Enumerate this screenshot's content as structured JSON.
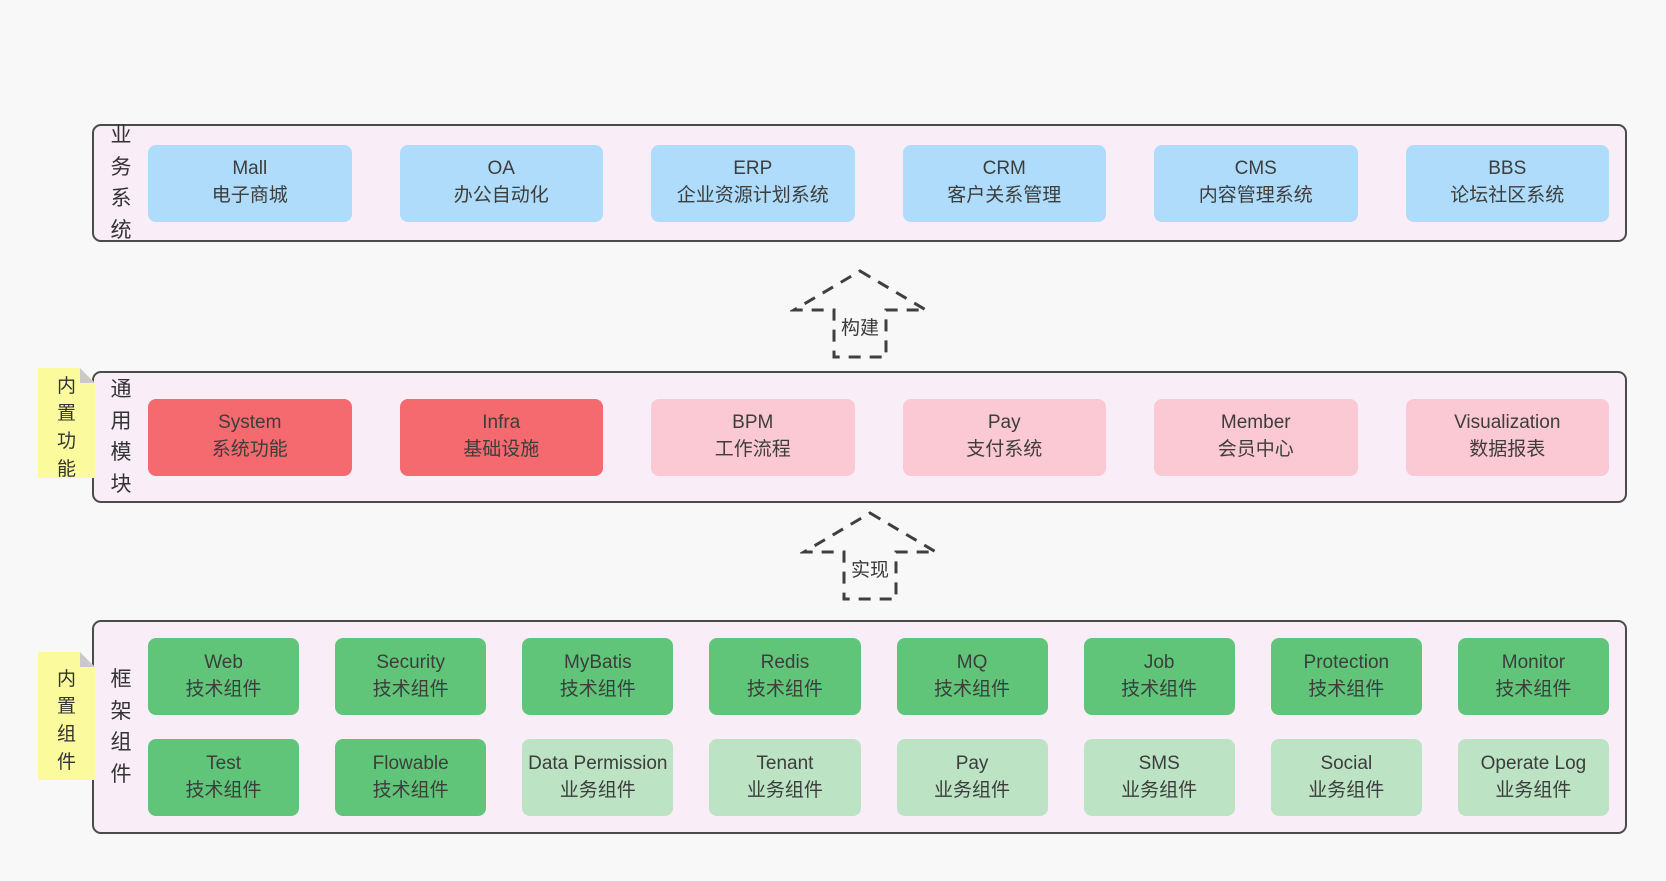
{
  "colors": {
    "background": "#f8f8f8",
    "panel_bg": "#f9edf7",
    "panel_border": "#4b4b4b",
    "box_blue": "#aedcfa",
    "box_red": "#f56a6e",
    "box_pink": "#fbc9d3",
    "box_green": "#60c578",
    "box_light_green": "#bce3c3",
    "note_yellow": "#fbfb9d",
    "note_fold_gray": "#c9c9c9",
    "text": "#3d3d3d",
    "arrow_stroke": "#3f3f3f"
  },
  "arrows": [
    {
      "label": "构建"
    },
    {
      "label": "实现"
    }
  ],
  "layers": [
    {
      "side_label": "业务系统",
      "rows": [
        [
          {
            "en": "Mall",
            "zh": "电子商城"
          },
          {
            "en": "OA",
            "zh": "办公自动化"
          },
          {
            "en": "ERP",
            "zh": "企业资源计划系统"
          },
          {
            "en": "CRM",
            "zh": "客户关系管理"
          },
          {
            "en": "CMS",
            "zh": "内容管理系统"
          },
          {
            "en": "BBS",
            "zh": "论坛社区系统"
          }
        ]
      ]
    },
    {
      "side_label": "通用模块",
      "note": "内置功能",
      "rows": [
        [
          {
            "en": "System",
            "zh": "系统功能"
          },
          {
            "en": "Infra",
            "zh": "基础设施"
          },
          {
            "en": "BPM",
            "zh": "工作流程"
          },
          {
            "en": "Pay",
            "zh": "支付系统"
          },
          {
            "en": "Member",
            "zh": "会员中心"
          },
          {
            "en": "Visualization",
            "zh": "数据报表"
          }
        ]
      ]
    },
    {
      "side_label": "框架组件",
      "note": "内置组件",
      "rows": [
        [
          {
            "en": "Web",
            "zh": "技术组件"
          },
          {
            "en": "Security",
            "zh": "技术组件"
          },
          {
            "en": "MyBatis",
            "zh": "技术组件"
          },
          {
            "en": "Redis",
            "zh": "技术组件"
          },
          {
            "en": "MQ",
            "zh": "技术组件"
          },
          {
            "en": "Job",
            "zh": "技术组件"
          },
          {
            "en": "Protection",
            "zh": "技术组件"
          },
          {
            "en": "Monitor",
            "zh": "技术组件"
          }
        ],
        [
          {
            "en": "Test",
            "zh": "技术组件"
          },
          {
            "en": "Flowable",
            "zh": "技术组件"
          },
          {
            "en": "Data Permission",
            "zh": "业务组件"
          },
          {
            "en": "Tenant",
            "zh": "业务组件"
          },
          {
            "en": "Pay",
            "zh": "业务组件"
          },
          {
            "en": "SMS",
            "zh": "业务组件"
          },
          {
            "en": "Social",
            "zh": "业务组件"
          },
          {
            "en": "Operate Log",
            "zh": "业务组件"
          }
        ]
      ]
    }
  ]
}
